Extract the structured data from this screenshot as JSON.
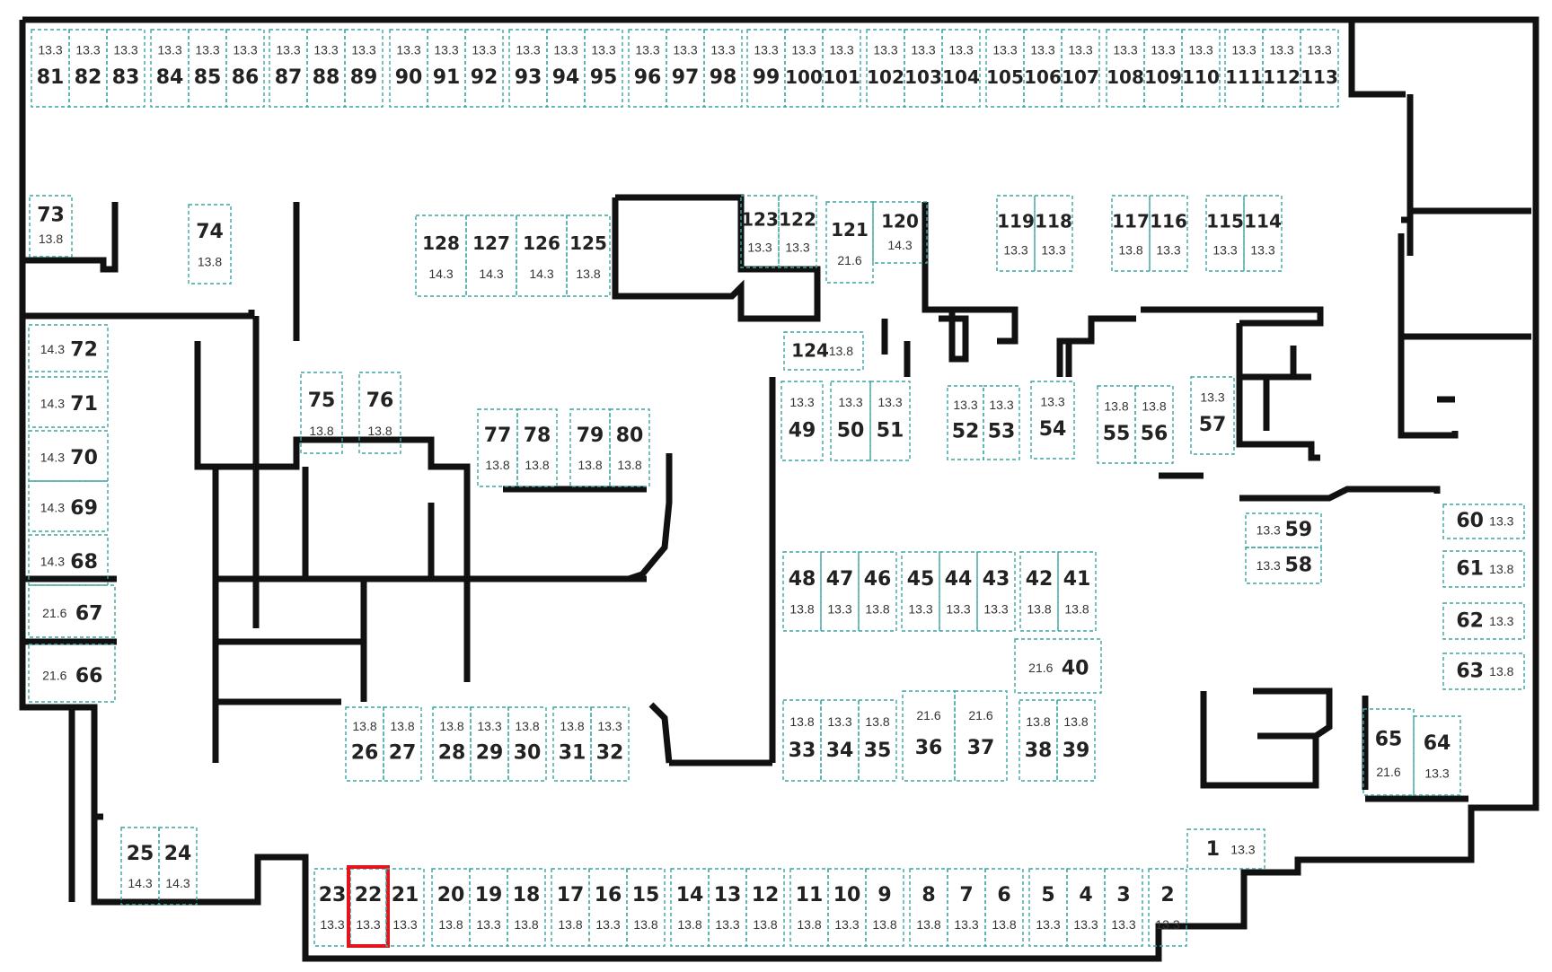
{
  "colors": {
    "wall": "#111111",
    "spot_border": "#3aa6a0",
    "highlight": "#e3141b",
    "background": "#ffffff"
  },
  "highlighted_spot": "22",
  "spots": [
    {
      "num": "81",
      "area": "13.3"
    },
    {
      "num": "82",
      "area": "13.3"
    },
    {
      "num": "83",
      "area": "13.3"
    },
    {
      "num": "84",
      "area": "13.3"
    },
    {
      "num": "85",
      "area": "13.3"
    },
    {
      "num": "86",
      "area": "13.3"
    },
    {
      "num": "87",
      "area": "13.3"
    },
    {
      "num": "88",
      "area": "13.3"
    },
    {
      "num": "89",
      "area": "13.3"
    },
    {
      "num": "90",
      "area": "13.3"
    },
    {
      "num": "91",
      "area": "13.3"
    },
    {
      "num": "92",
      "area": "13.3"
    },
    {
      "num": "93",
      "area": "13.3"
    },
    {
      "num": "94",
      "area": "13.3"
    },
    {
      "num": "95",
      "area": "13.3"
    },
    {
      "num": "96",
      "area": "13.3"
    },
    {
      "num": "97",
      "area": "13.3"
    },
    {
      "num": "98",
      "area": "13.3"
    },
    {
      "num": "99",
      "area": "13.3"
    },
    {
      "num": "100",
      "area": "13.3"
    },
    {
      "num": "101",
      "area": "13.3"
    },
    {
      "num": "102",
      "area": "13.3"
    },
    {
      "num": "103",
      "area": "13.3"
    },
    {
      "num": "104",
      "area": "13.3"
    },
    {
      "num": "105",
      "area": "13.3"
    },
    {
      "num": "106",
      "area": "13.3"
    },
    {
      "num": "107",
      "area": "13.3"
    },
    {
      "num": "108",
      "area": "13.3"
    },
    {
      "num": "109",
      "area": "13.3"
    },
    {
      "num": "110",
      "area": "13.3"
    },
    {
      "num": "111",
      "area": "13.3"
    },
    {
      "num": "112",
      "area": "13.3"
    },
    {
      "num": "113",
      "area": "13.3"
    },
    {
      "num": "73",
      "area": "13.8"
    },
    {
      "num": "74",
      "area": "13.8"
    },
    {
      "num": "128",
      "area": "14.3"
    },
    {
      "num": "127",
      "area": "14.3"
    },
    {
      "num": "126",
      "area": "14.3"
    },
    {
      "num": "125",
      "area": "13.8"
    },
    {
      "num": "123",
      "area": "13.3"
    },
    {
      "num": "122",
      "area": "13.3"
    },
    {
      "num": "121",
      "area": "21.6"
    },
    {
      "num": "120",
      "area": "14.3"
    },
    {
      "num": "119",
      "area": "13.3"
    },
    {
      "num": "118",
      "area": "13.3"
    },
    {
      "num": "117",
      "area": "13.8"
    },
    {
      "num": "116",
      "area": "13.3"
    },
    {
      "num": "115",
      "area": "13.3"
    },
    {
      "num": "114",
      "area": "13.3"
    },
    {
      "num": "124",
      "area": "13.8"
    },
    {
      "num": "72",
      "area": "14.3"
    },
    {
      "num": "71",
      "area": "14.3"
    },
    {
      "num": "70",
      "area": "14.3"
    },
    {
      "num": "69",
      "area": "14.3"
    },
    {
      "num": "68",
      "area": "14.3"
    },
    {
      "num": "67",
      "area": "21.6"
    },
    {
      "num": "66",
      "area": "21.6"
    },
    {
      "num": "75",
      "area": "13.8"
    },
    {
      "num": "76",
      "area": "13.8"
    },
    {
      "num": "77",
      "area": "13.8"
    },
    {
      "num": "78",
      "area": "13.8"
    },
    {
      "num": "79",
      "area": "13.8"
    },
    {
      "num": "80",
      "area": "13.8"
    },
    {
      "num": "49",
      "area": "13.3"
    },
    {
      "num": "50",
      "area": "13.3"
    },
    {
      "num": "51",
      "area": "13.3"
    },
    {
      "num": "52",
      "area": "13.3"
    },
    {
      "num": "53",
      "area": "13.3"
    },
    {
      "num": "54",
      "area": "13.3"
    },
    {
      "num": "55",
      "area": "13.8"
    },
    {
      "num": "56",
      "area": "13.8"
    },
    {
      "num": "57",
      "area": "13.3"
    },
    {
      "num": "59",
      "area": "13.3"
    },
    {
      "num": "58",
      "area": "13.3"
    },
    {
      "num": "60",
      "area": "13.3"
    },
    {
      "num": "61",
      "area": "13.8"
    },
    {
      "num": "62",
      "area": "13.3"
    },
    {
      "num": "63",
      "area": "13.8"
    },
    {
      "num": "48",
      "area": "13.8"
    },
    {
      "num": "47",
      "area": "13.3"
    },
    {
      "num": "46",
      "area": "13.8"
    },
    {
      "num": "45",
      "area": "13.3"
    },
    {
      "num": "44",
      "area": "13.3"
    },
    {
      "num": "43",
      "area": "13.3"
    },
    {
      "num": "42",
      "area": "13.8"
    },
    {
      "num": "41",
      "area": "13.8"
    },
    {
      "num": "40",
      "area": "21.6"
    },
    {
      "num": "26",
      "area": "13.8"
    },
    {
      "num": "27",
      "area": "13.8"
    },
    {
      "num": "28",
      "area": "13.8"
    },
    {
      "num": "29",
      "area": "13.3"
    },
    {
      "num": "30",
      "area": "13.8"
    },
    {
      "num": "31",
      "area": "13.8"
    },
    {
      "num": "32",
      "area": "13.3"
    },
    {
      "num": "33",
      "area": "13.8"
    },
    {
      "num": "34",
      "area": "13.3"
    },
    {
      "num": "35",
      "area": "13.8"
    },
    {
      "num": "36",
      "area": "21.6"
    },
    {
      "num": "37",
      "area": "21.6"
    },
    {
      "num": "38",
      "area": "13.8"
    },
    {
      "num": "39",
      "area": "13.8"
    },
    {
      "num": "65",
      "area": "21.6"
    },
    {
      "num": "64",
      "area": "13.3"
    },
    {
      "num": "25",
      "area": "14.3"
    },
    {
      "num": "24",
      "area": "14.3"
    },
    {
      "num": "1",
      "area": "13.3"
    },
    {
      "num": "23",
      "area": "13.3"
    },
    {
      "num": "22",
      "area": "13.3"
    },
    {
      "num": "21",
      "area": "13.3"
    },
    {
      "num": "20",
      "area": "13.8"
    },
    {
      "num": "19",
      "area": "13.3"
    },
    {
      "num": "18",
      "area": "13.8"
    },
    {
      "num": "17",
      "area": "13.8"
    },
    {
      "num": "16",
      "area": "13.3"
    },
    {
      "num": "15",
      "area": "13.8"
    },
    {
      "num": "14",
      "area": "13.8"
    },
    {
      "num": "13",
      "area": "13.3"
    },
    {
      "num": "12",
      "area": "13.8"
    },
    {
      "num": "11",
      "area": "13.8"
    },
    {
      "num": "10",
      "area": "13.3"
    },
    {
      "num": "9",
      "area": "13.8"
    },
    {
      "num": "8",
      "area": "13.8"
    },
    {
      "num": "7",
      "area": "13.3"
    },
    {
      "num": "6",
      "area": "13.8"
    },
    {
      "num": "5",
      "area": "13.3"
    },
    {
      "num": "4",
      "area": "13.3"
    },
    {
      "num": "3",
      "area": "13.3"
    },
    {
      "num": "2",
      "area": "13.3"
    }
  ]
}
